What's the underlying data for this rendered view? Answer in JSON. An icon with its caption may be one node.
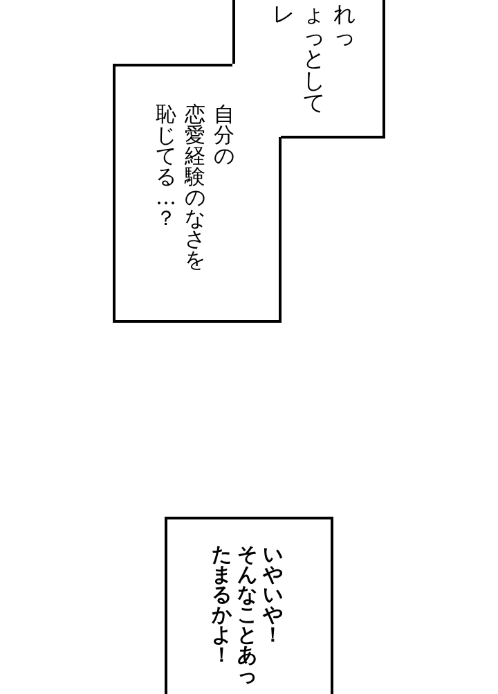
{
  "diagram": {
    "nodes": [
      {
        "text": [
          "れっょっとしてレ"
        ]
      },
      {
        "text": [
          "自分の恋愛経験のなさを恥じてる…？"
        ]
      },
      {
        "text": [
          "いやいや！そんなことあったまるかよ！"
        ]
      }
    ]
  }
}
